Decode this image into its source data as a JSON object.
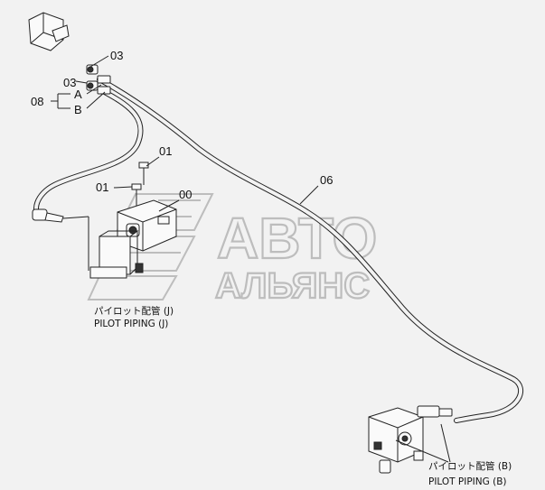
{
  "labels": {
    "p03_top": "03",
    "p03_left": "03",
    "p08": "08",
    "pA": "A",
    "pB": "B",
    "p01_top": "01",
    "p01_left": "01",
    "p00": "00",
    "p06": "06"
  },
  "captions": {
    "j_jp": "パイロット配管 (J)",
    "j_en": "PILOT PIPING (J)",
    "b_jp": "パイロット配管 (B)",
    "b_en": "PILOT PIPING (B)"
  },
  "watermark": {
    "line1": "АВТО",
    "line2": "АЛЬЯНС"
  }
}
